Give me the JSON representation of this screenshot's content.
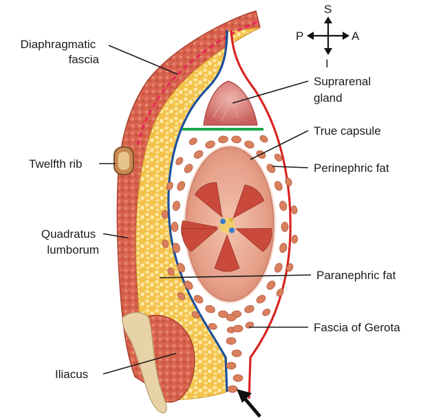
{
  "labels": {
    "diaphragmatic_fascia": [
      "Diaphragmatic",
      "fascia"
    ],
    "twelfth_rib": "Twelfth rib",
    "quadratus_lumborum": [
      "Quadratus",
      "lumborum"
    ],
    "iliacus": "Iliacus",
    "suprarenal_gland": [
      "Suprarenal",
      "gland"
    ],
    "true_capsule": "True capsule",
    "perinephric_fat": "Perinephric fat",
    "paranephric_fat": "Paranephric fat",
    "fascia_of_gerota": "Fascia of Gerota"
  },
  "orientation": {
    "superior": "S",
    "inferior": "I",
    "posterior": "P",
    "anterior": "A"
  },
  "colors": {
    "muscle": "#d9634e",
    "muscle_dark": "#a8402e",
    "fat_yellow": "#f3c24a",
    "fat_light": "#fbe49a",
    "posterior_fascia": "#1d4f9c",
    "anterior_fascia": "#d8231f",
    "diaphragm_dash": "#e8245c",
    "capsule_line": "#1fa84a",
    "kidney": "#e9a58c",
    "pyramid": "#c9493b",
    "perinephric_blob": "#d9805f",
    "bone": "#e8d3a8"
  }
}
